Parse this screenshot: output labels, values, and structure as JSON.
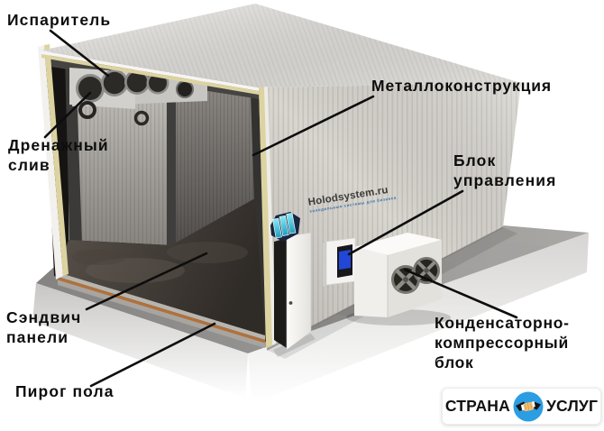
{
  "diagram": {
    "subject": "cold-room-structure",
    "background_color": "#ffffff",
    "labels": {
      "evaporator": "Испаритель",
      "drain_outlet": "Дренажный\nслив",
      "metal_structure": "Металлоконструкция",
      "control_unit": "Блок\nуправления",
      "sandwich_panels": "Сэндвич\nпанели",
      "condenser_compressor_unit": "Конденсаторно-\nкомпрессорный\nблок",
      "floor_layers": "Пирог пола"
    },
    "colors": {
      "label_text": "#0d0d0d",
      "leader_line": "#0d0d0d",
      "roof": "#edebe6",
      "wall": "#d9d6d0",
      "insulation_edge": "#ddd3a0",
      "interior_floor": "#463f39",
      "concrete_pad": "#969593",
      "floor_layer_orange": "#b2713a",
      "logo_cyan": "#49c8e8",
      "screen_blue": "#2247d6",
      "badge_circle_blue": "#2b9de3"
    }
  },
  "watermark": {
    "brand": "Holodsystem.ru",
    "tagline": "холодильные системы для бизнеса"
  },
  "badge": {
    "left_text": "СТРАНА",
    "right_text": "УСЛУГ",
    "icon": "handshake-icon"
  }
}
